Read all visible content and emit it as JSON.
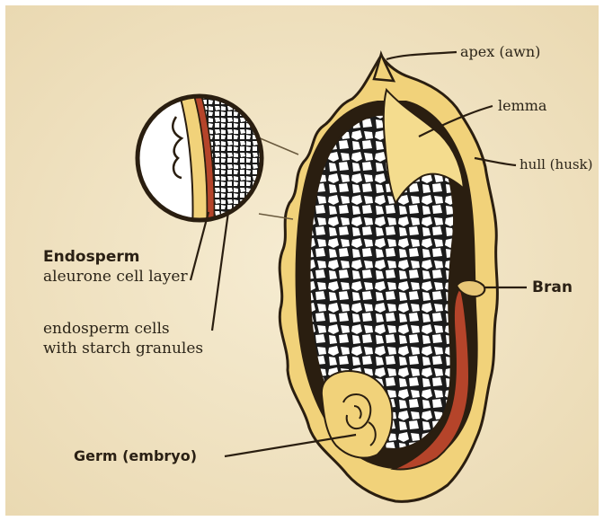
{
  "labels": {
    "apex": "apex (awn)",
    "lemma": "lemma",
    "hull": "hull (husk)",
    "bran": "Bran",
    "endosperm_title": "Endosperm",
    "aleurone": "aleurone cell layer",
    "endosperm_cells_line1": "endosperm cells",
    "endosperm_cells_line2": "with starch granules",
    "germ": "Germ (embryo)"
  },
  "colors": {
    "paper": "#f2e6c8",
    "hull_fill": "#f1d27a",
    "hull_outline": "#2a1e10",
    "bran_red": "#b5442a",
    "cell_fill": "#ffffff",
    "cell_bg": "#1b1b1b",
    "text": "#2b2418"
  }
}
